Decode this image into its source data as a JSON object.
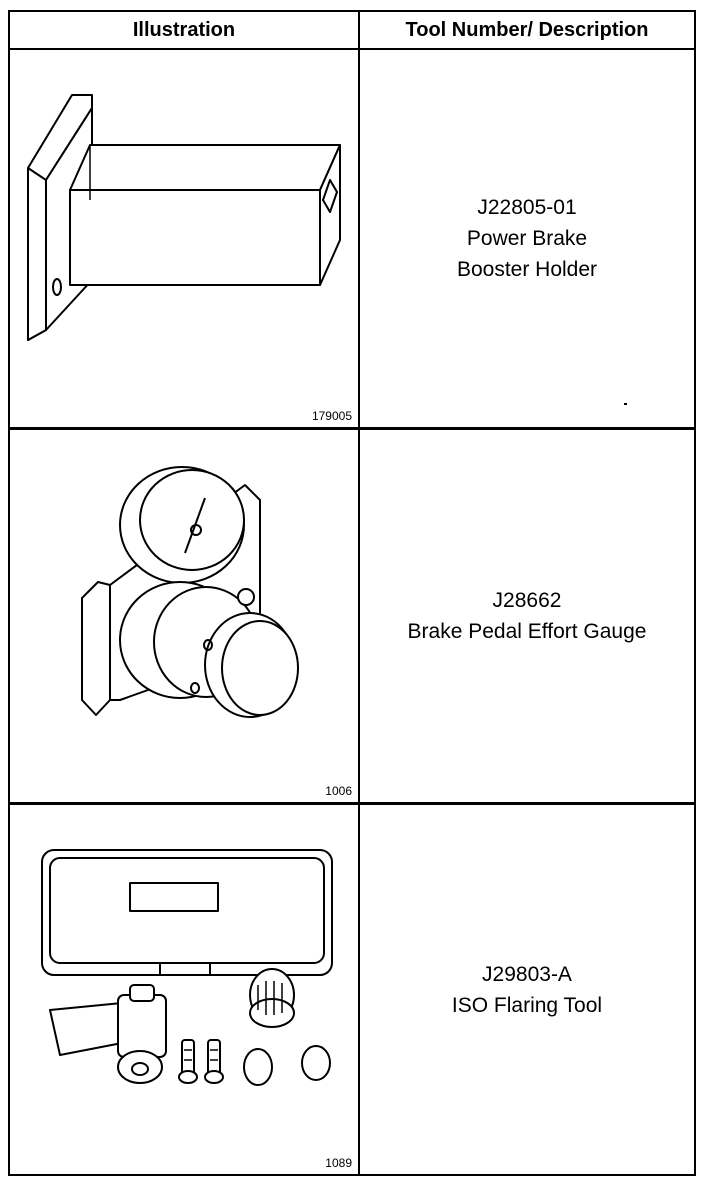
{
  "table": {
    "header": {
      "illustration": "Illustration",
      "description": "Tool Number/ Description"
    },
    "rows": [
      {
        "figure_number": "179005",
        "tool_number": "J22805-01",
        "description_line1": "Power Brake",
        "description_line2": "Booster Holder",
        "icon": "booster-holder-drawing"
      },
      {
        "figure_number": "1006",
        "tool_number": "J28662",
        "description_line1": "Brake Pedal Effort Gauge",
        "icon": "effort-gauge-drawing"
      },
      {
        "figure_number": "1089",
        "tool_number": "J29803-A",
        "description_line1": "ISO Flaring Tool",
        "icon": "flaring-tool-kit-drawing"
      }
    ]
  }
}
